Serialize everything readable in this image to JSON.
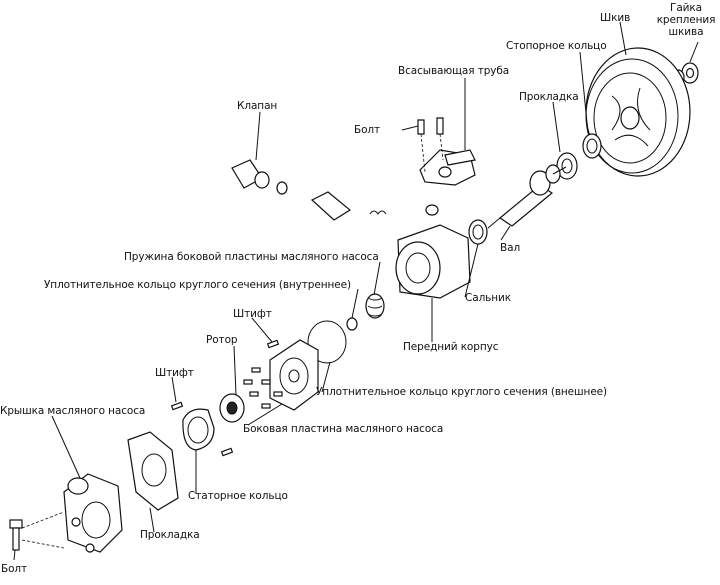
{
  "labels": {
    "nut": "Гайка крепления шкива",
    "pulley": "Шкив",
    "snap_ring": "Стопорное кольцо",
    "suction_pipe": "Всасывающая труба",
    "gasket_top": "Прокладка",
    "valve": "Клапан",
    "bolt_top": "Болт",
    "shaft": "Вал",
    "side_plate_spring": "Пружина боковой пластины масляного насоса",
    "oring_inner": "Уплотнительное кольцо круглого сечения (внутреннее)",
    "seal": "Сальник",
    "pin_top": "Штифт",
    "front_housing": "Передний корпус",
    "rotor": "Ротор",
    "pin_left": "Штифт",
    "oring_outer": "Уплотнительное кольцо круглого сечения (внешнее)",
    "pump_cover": "Крышка масляного насоса",
    "side_plate": "Боковая пластина масляного насоса",
    "stator_ring": "Статорное кольцо",
    "gasket_bottom": "Прокладка",
    "bolt_bottom": "Болт"
  }
}
